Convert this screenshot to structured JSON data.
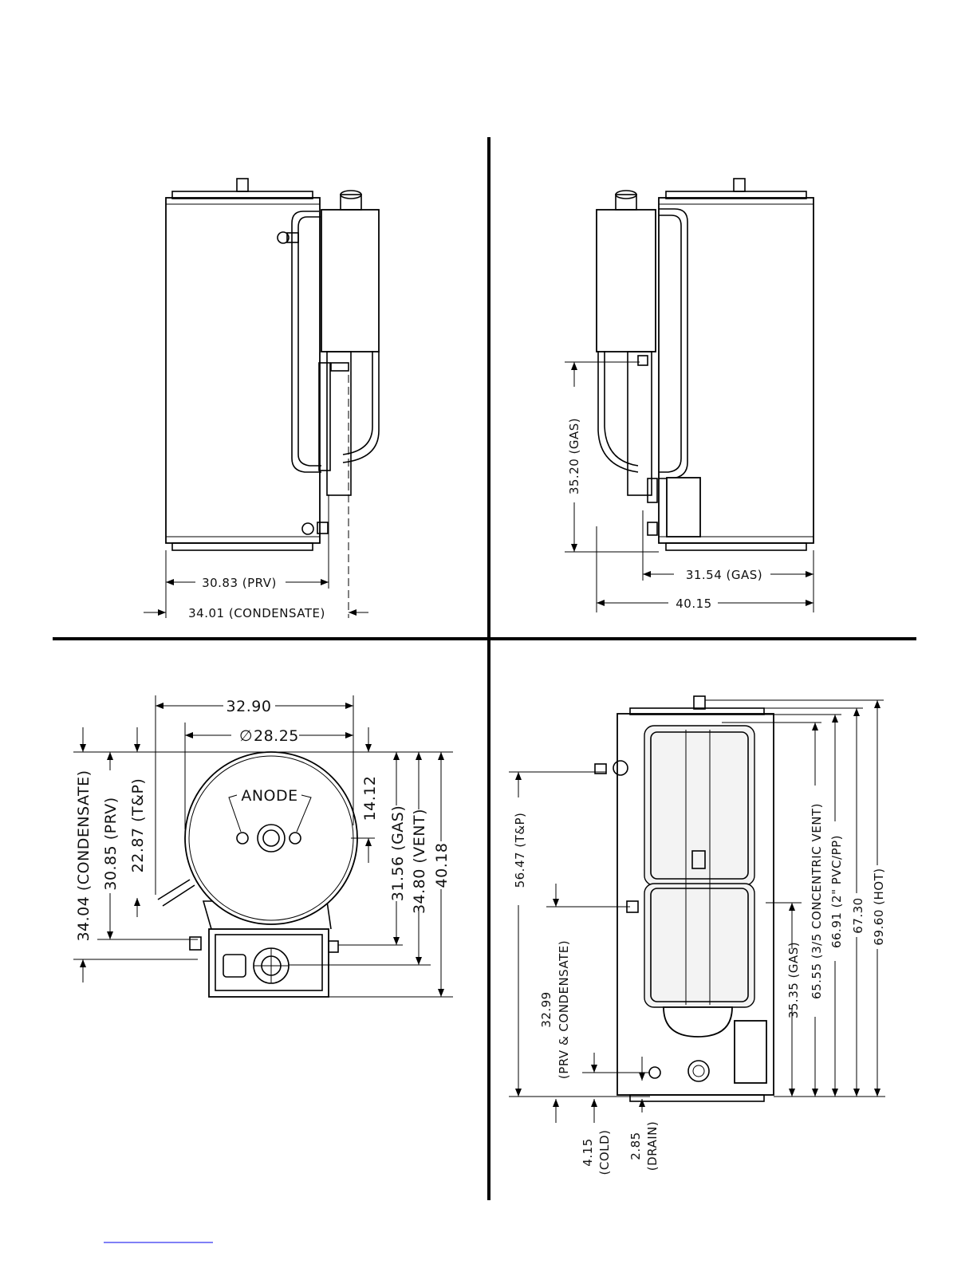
{
  "views": {
    "side_left": {
      "dim_prv": "30.83 (PRV)",
      "dim_condensate": "34.01 (CONDENSATE)"
    },
    "side_right": {
      "dim_gas_height": "35.20 (GAS)",
      "dim_gas_width": "31.54 (GAS)",
      "dim_total": "40.15"
    },
    "top": {
      "dim_width": "32.90",
      "dim_diameter": "28.25",
      "diameter_symbol": "∅",
      "anode_label": "ANODE",
      "dim_condensate": "34.04 (CONDENSATE)",
      "dim_prv": "30.85 (PRV)",
      "dim_tp": "22.87 (T&P)",
      "dim_anode": "14.12",
      "dim_gas": "31.56 (GAS)",
      "dim_vent": "34.80 (VENT)",
      "dim_depth": "40.18"
    },
    "front": {
      "dim_tp": "56.47 (T&P)",
      "dim_prv_line1": "32.99",
      "dim_prv_line2": "(PRV & CONDENSATE)",
      "dim_cold_value": "4.15",
      "dim_cold_label": "(COLD)",
      "dim_drain_value": "2.85",
      "dim_drain_label": "(DRAIN)",
      "dim_gas": "35.35 (GAS)",
      "dim_vent": "65.55 (3/5 CONCENTRIC VENT)",
      "dim_pvc": "66.91 (2\" PVC/PP)",
      "dim_height": "67.30",
      "dim_hot": "69.60 (HOT)"
    }
  },
  "colors": {
    "ink": "#000000",
    "link": "#0000ee"
  }
}
